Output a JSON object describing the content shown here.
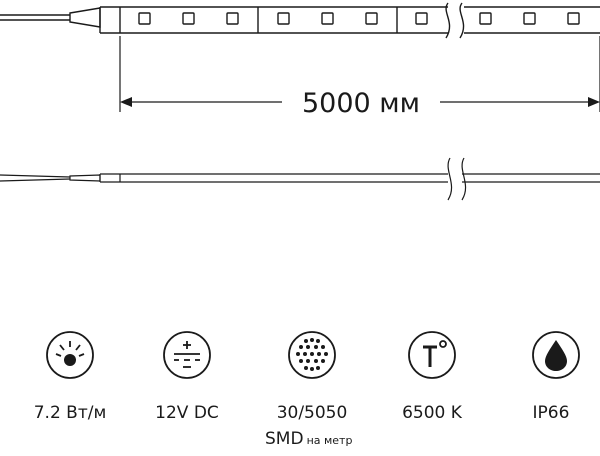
{
  "dimension": {
    "length_label": "5000 мм"
  },
  "specs": [
    {
      "icon": "power-light-icon",
      "label": "7.2 Вт/м"
    },
    {
      "icon": "dc-voltage-icon",
      "label": "12V DC"
    },
    {
      "icon": "led-matrix-icon",
      "label": "30/5050",
      "sub_main": "SMD",
      "sub_small": "на метр"
    },
    {
      "icon": "temperature-icon",
      "label": "6500 K"
    },
    {
      "icon": "water-drop-icon",
      "label": "IP66"
    }
  ],
  "colors": {
    "stroke": "#1a1a1a",
    "background": "#ffffff"
  }
}
